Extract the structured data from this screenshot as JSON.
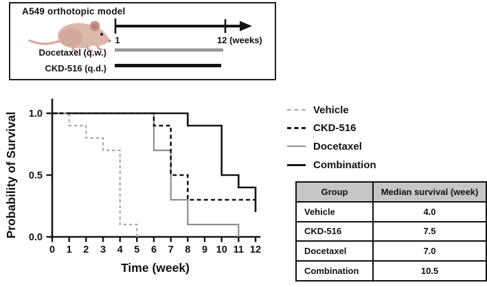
{
  "schematic": {
    "title": "A549 orthotopic model",
    "mouse_icon": "nude-mouse-photo",
    "timeline": {
      "start_label": "1",
      "end_label": "12 (weeks)"
    },
    "treatments": [
      {
        "label": "Docetaxel (q.w.)",
        "color": "#969696"
      },
      {
        "label": "CKD-516 (q.d.)",
        "color": "#141414"
      }
    ]
  },
  "chart_data": {
    "type": "line",
    "subtype": "kaplan-meier-step",
    "title": "",
    "xlabel": "Time (week)",
    "ylabel": "Probability of Survival",
    "xlim": [
      0,
      12
    ],
    "ylim": [
      0.0,
      1.0
    ],
    "grid": false,
    "legend_position": "right",
    "xticks": [
      0,
      1,
      2,
      3,
      4,
      5,
      6,
      7,
      8,
      9,
      10,
      11,
      12
    ],
    "yticks": [
      {
        "value": 0.0,
        "label": "0.0"
      },
      {
        "value": 0.5,
        "label": "0.5"
      },
      {
        "value": 1.0,
        "label": "1.0"
      }
    ],
    "series": [
      {
        "name": "Vehicle",
        "style": "dashed",
        "color": "#a8a8a8",
        "width": 2.2,
        "points": [
          [
            0,
            1.0
          ],
          [
            1,
            0.9
          ],
          [
            2,
            0.8
          ],
          [
            3,
            0.7
          ],
          [
            4,
            0.1
          ],
          [
            5,
            0.0
          ]
        ],
        "end_time": 5
      },
      {
        "name": "CKD-516",
        "style": "dashed",
        "color": "#141414",
        "width": 2.6,
        "points": [
          [
            0,
            1.0
          ],
          [
            6,
            0.9
          ],
          [
            7,
            0.5
          ],
          [
            8,
            0.3
          ]
        ],
        "end_time": 12
      },
      {
        "name": "Docetaxel",
        "style": "solid",
        "color": "#8d8d8d",
        "width": 2.2,
        "points": [
          [
            0,
            1.0
          ],
          [
            6,
            0.7
          ],
          [
            7,
            0.3
          ],
          [
            8,
            0.1
          ],
          [
            11,
            0.0
          ]
        ],
        "end_time": 11
      },
      {
        "name": "Combination",
        "style": "solid",
        "color": "#141414",
        "width": 2.6,
        "points": [
          [
            0,
            1.0
          ],
          [
            8,
            0.9
          ],
          [
            10,
            0.5
          ],
          [
            11,
            0.4
          ],
          [
            12,
            0.2
          ]
        ],
        "end_time": 12
      }
    ]
  },
  "table": {
    "header_bg": "#c6c6c6",
    "headers": [
      "Group",
      "Median survival (week)"
    ],
    "rows": [
      [
        "Vehicle",
        "4.0"
      ],
      [
        "CKD-516",
        "7.5"
      ],
      [
        "Docetaxel",
        "7.0"
      ],
      [
        "Combination",
        "10.5"
      ]
    ]
  }
}
